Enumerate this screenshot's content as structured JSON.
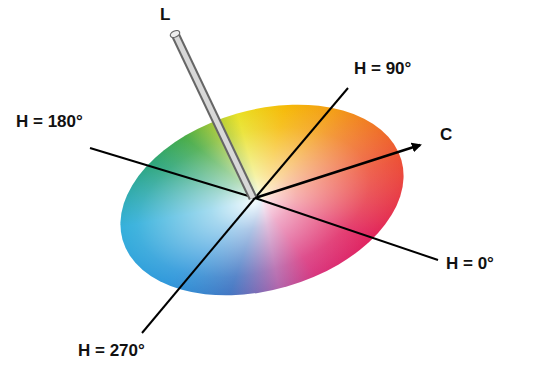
{
  "diagram": {
    "labels": [
      "L",
      "H = 90°",
      "H = 180°",
      "C",
      "H = 0°",
      "H = 270°"
    ]
  }
}
